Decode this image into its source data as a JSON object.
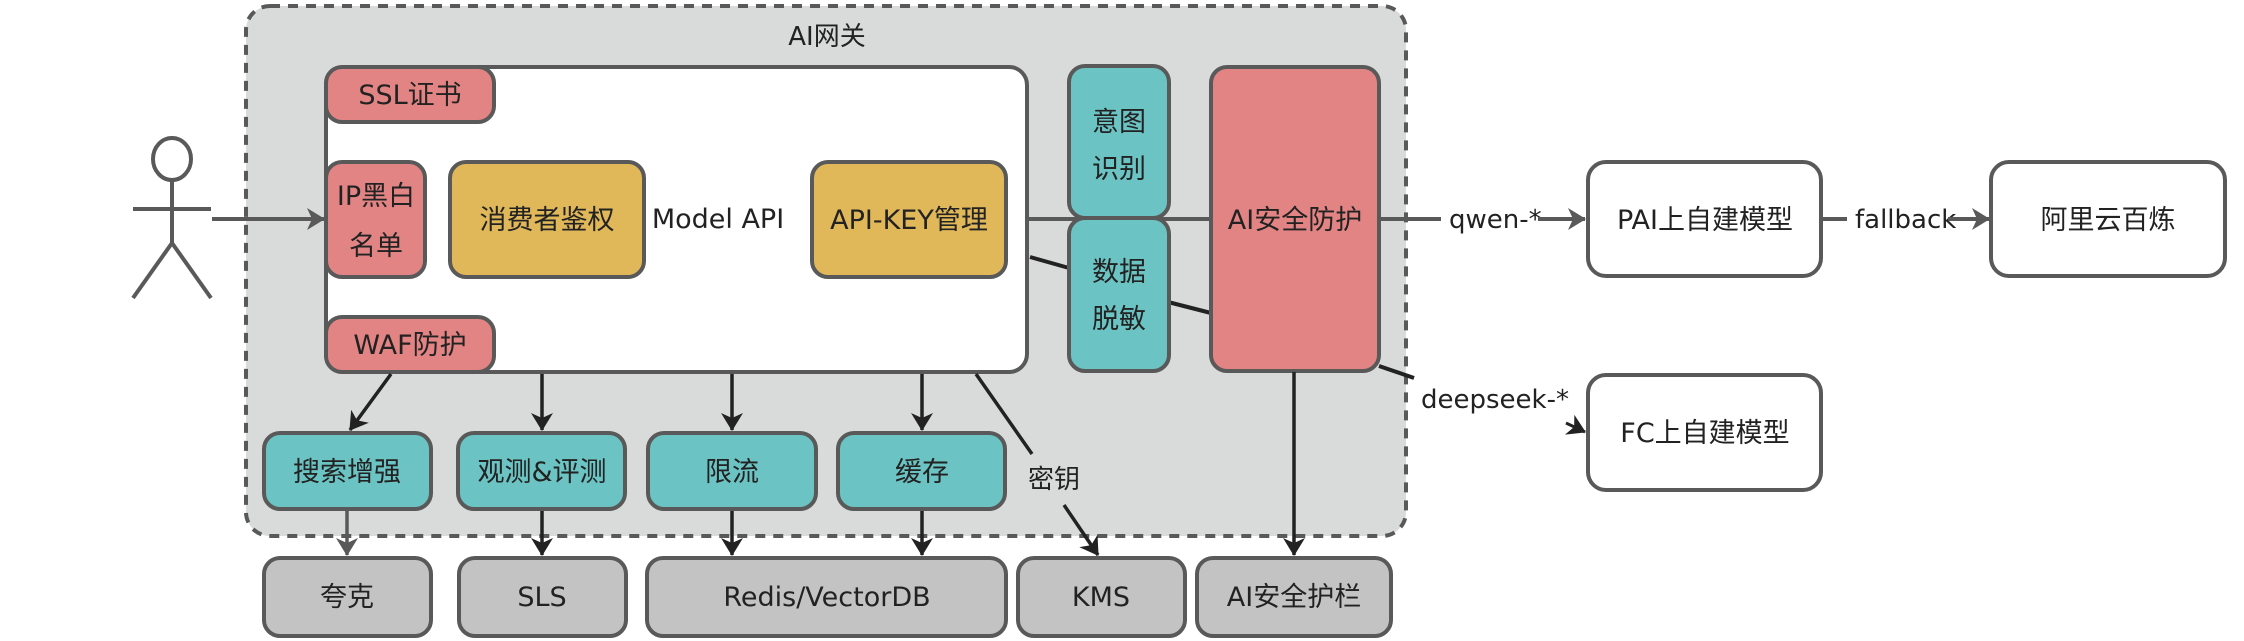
{
  "colors": {
    "gateway_bg": "#D9DADA",
    "border": "#595959",
    "pink": "#E38484",
    "yellow": "#E0B85A",
    "teal": "#6CC3C3",
    "gray": "#C3C3C3",
    "white": "#FFFFFF",
    "arrow_dark": "#222222",
    "arrow_gray": "#595959"
  },
  "gateway": {
    "title": "AI网关"
  },
  "model_api": {
    "label": "Model API"
  },
  "security_plugins": {
    "ssl": "SSL证书",
    "ip_list": [
      "IP黑白",
      "名单"
    ],
    "waf": "WAF防护"
  },
  "core": {
    "consumer_auth": "消费者鉴权",
    "api_key": "API-KEY管理"
  },
  "ai_plugins": {
    "intent": [
      "意图",
      "识别"
    ],
    "desensitize": [
      "数据",
      "脱敏"
    ],
    "ai_security": "AI安全防护"
  },
  "features": {
    "search": "搜索增强",
    "observability": "观测&评测",
    "rate_limit": "限流",
    "cache": "缓存"
  },
  "backends": {
    "quark": "夸克",
    "sls": "SLS",
    "redis": "Redis/VectorDB",
    "kms": "KMS",
    "guardrail": "AI安全护栏"
  },
  "edges": {
    "secret": "密钥",
    "qwen": "qwen-*",
    "deepseek": "deepseek-*",
    "fallback": "fallback"
  },
  "models": {
    "pai": "PAI上自建模型",
    "bailian": "阿里云百炼",
    "fc": "FC上自建模型"
  },
  "actor": {
    "icon": "user-actor-icon"
  }
}
